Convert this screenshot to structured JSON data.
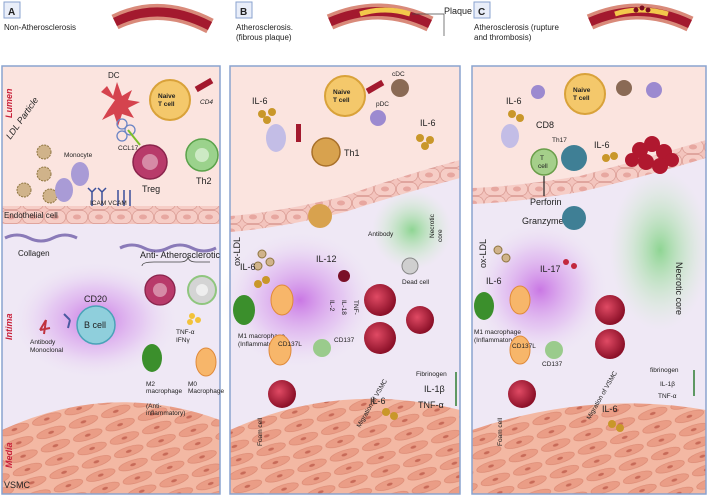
{
  "panels": [
    {
      "letter": "A",
      "title": "Non-Atherosclerosis"
    },
    {
      "letter": "B",
      "title": "Atherosclerosis.\n(fibrous plaque)"
    },
    {
      "letter": "C",
      "title": "Atherosclerosis (rupture\nand thrombosis)"
    }
  ],
  "panel_b_title_lines": [
    "Atherosclerosis.",
    "(fibrous plaque)"
  ],
  "panel_c_title_lines": [
    "Atherosclerosis (rupture",
    "and thrombosis)"
  ],
  "plaque_label": "Plaque",
  "layers": {
    "lumen": "Lumen",
    "intima": "Intima",
    "media": "Media",
    "vsmc": "VSMC"
  },
  "panel_a": {
    "dc": "DC",
    "naive_t": [
      "Naive",
      "T cell"
    ],
    "cd4": "CD4",
    "ldl": "LDL Particle",
    "monocyte": "Monocyte",
    "ccl17": "CCL17",
    "treg": "Treg",
    "th2": "Th2",
    "icam": "ICAM",
    "vcam": "VCAM",
    "endothelial": "Endothelial cell",
    "collagen": "Collagen",
    "anti_athero": "Anti- Atherosclerotic",
    "cd20": "CD20",
    "b_cell": "B cell",
    "antibody": [
      "Antibody",
      "Monoclonal"
    ],
    "tnf": [
      "TNF-α",
      "IFNγ"
    ],
    "m2": [
      "M2",
      "macrophage"
    ],
    "m0": [
      "M0",
      "Macrophage"
    ],
    "anti_inflam": [
      "(Anti-",
      "inflammatory)"
    ]
  },
  "panel_b": {
    "il6": "IL-6",
    "naive_t": [
      "Naive",
      "T cell"
    ],
    "cdc": "cDC",
    "pdc": "pDC",
    "th1": "Th1",
    "il6_right": "IL-6",
    "ox_ldl": "ox-LDL",
    "il12": "IL-12",
    "antibody": "Antibody",
    "necrotic": [
      "Necrotic",
      "core"
    ],
    "dead_cell": "Dead cell",
    "il6_low": "IL-6",
    "il2": "IL-2",
    "il18": "IL-18",
    "tnf": "TNF-",
    "m1": [
      "M1 macrophage",
      "(Inflammatory)"
    ],
    "cd137l": "CD137L",
    "cd137": "CD137",
    "foam": "Foam cell",
    "migration": "Migration of VSMC",
    "fibrinogen": "Fibrinogen",
    "il1b": "IL-1β",
    "tnfa": "TNF-α",
    "il6_bottom": "IL-6"
  },
  "panel_c": {
    "il6": "IL-6",
    "naive_t": [
      "Naive",
      "T cell"
    ],
    "cd8": "CD8",
    "th17": "Th17",
    "t_cell": [
      "T",
      "cell"
    ],
    "il6_right": "IL-6",
    "ox_ldl": "ox-LDL",
    "perforin": "Perforin",
    "granzyme": "Granzyme",
    "il17": "IL-17",
    "il6_low": "IL-6",
    "necrotic": "Necrotic core",
    "m1": [
      "M1 macrophage",
      "(Inflammatory)"
    ],
    "cd137l": "CD137L",
    "cd137": "CD137",
    "foam": "Foam cell",
    "migration": "Migration of VSMC",
    "fibrinogen": "fibrinogen",
    "il1b": "IL-1β",
    "tnfa": "TNF-α",
    "il6_bottom": "IL-6"
  },
  "colors": {
    "lumen_bg": "#fbe4df",
    "intima_bg": "#efe8f5",
    "media_bg": "#f4c0ad",
    "frame": "#8aa3cf",
    "label_red": "#c8213a"
  }
}
